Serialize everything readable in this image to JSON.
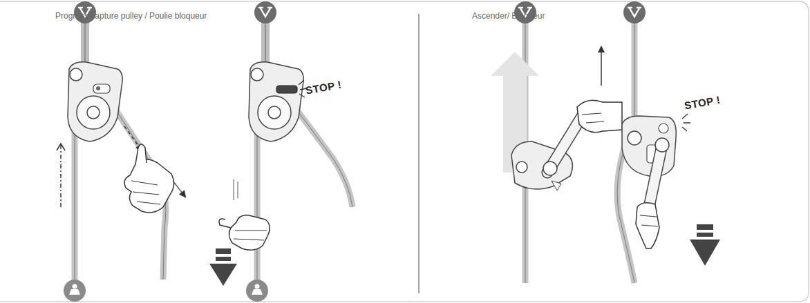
{
  "diagram": {
    "labels": [
      "Progress capture pulley / Poulie bloqueur",
      "Ascender/ Bloqueur",
      "STOP !",
      "STOP !"
    ]
  }
}
